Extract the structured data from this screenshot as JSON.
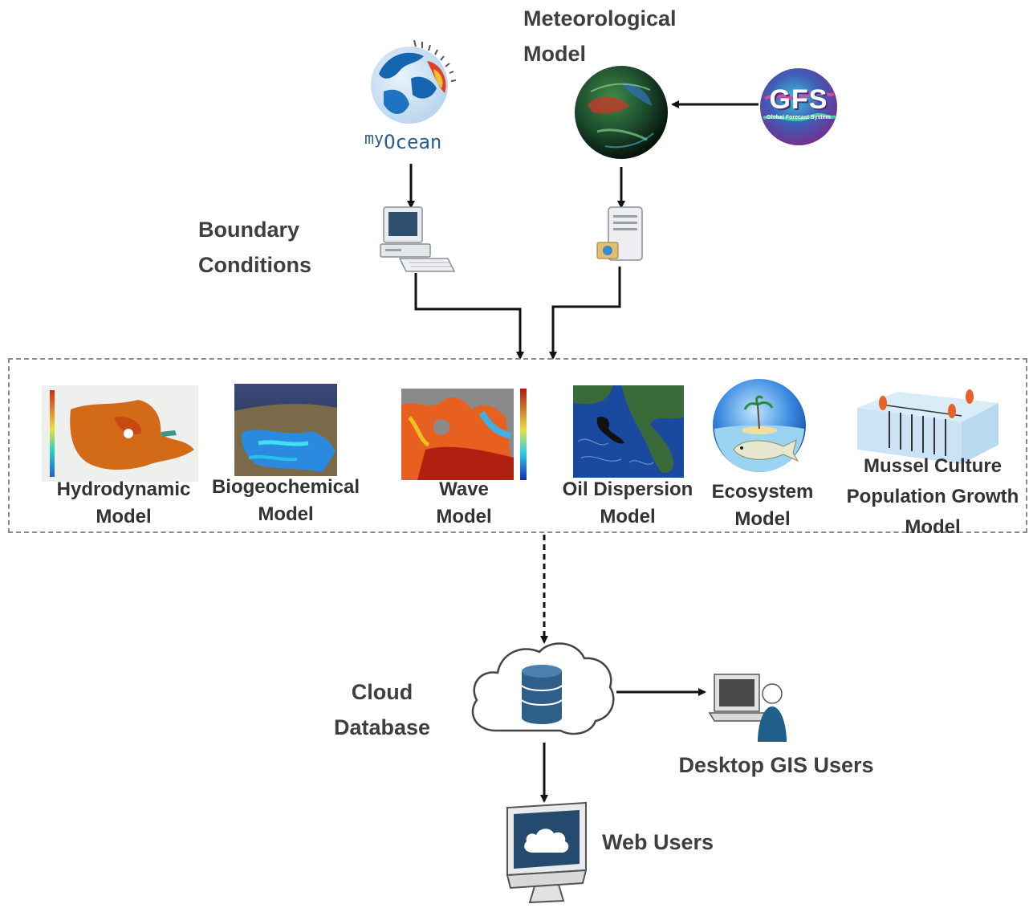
{
  "labels": {
    "meteorological_line1": "Meteorological",
    "meteorological_line2": "Model",
    "boundary_line1": "Boundary",
    "boundary_line2": "Conditions",
    "cloud_line1": "Cloud",
    "cloud_line2": "Database",
    "desktop_users": "Desktop GIS Users",
    "web_users": "Web Users"
  },
  "logos": {
    "myocean_prefix": "my",
    "myocean_suffix": "Ocean",
    "gfs": "GFS",
    "gfs_sub": "Global Forecast System"
  },
  "models": [
    {
      "line1": "Hydrodynamic",
      "line2": "Model"
    },
    {
      "line1": "Biogeochemical",
      "line2": "Model"
    },
    {
      "line1": "Wave",
      "line2": "Model"
    },
    {
      "line1": "Oil Dispersion",
      "line2": "Model"
    },
    {
      "line1": "Ecosystem",
      "line2": "Model"
    },
    {
      "line1": "Mussel Culture",
      "line2": "Population Growth",
      "line3": "Model"
    }
  ],
  "colors": {
    "arrow": "#111111",
    "dashed_border": "#8a8a8a",
    "cloud_stroke": "#444444",
    "database": "#2e5f88"
  },
  "icons": [
    "myocean-globe-icon",
    "meteorological-globe-icon",
    "gfs-logo-icon",
    "computer-icon",
    "server-icon",
    "cloud-database-icon",
    "desktop-user-icon",
    "web-monitor-icon"
  ]
}
